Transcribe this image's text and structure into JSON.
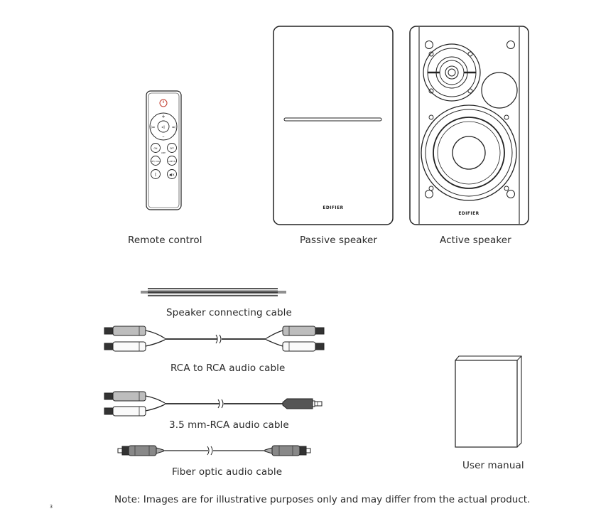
{
  "items": {
    "remote": {
      "label": "Remote control"
    },
    "passive": {
      "label": "Passive speaker",
      "brand": "EDIFIER"
    },
    "active": {
      "label": "Active speaker",
      "brand": "EDIFIER"
    },
    "speaker_cable": {
      "label": "Speaker connecting cable"
    },
    "rca_cable": {
      "label": "RCA to RCA audio cable"
    },
    "mm_cable": {
      "label": "3.5 mm-RCA audio cable"
    },
    "optic_cable": {
      "label": "Fiber optic audio cable"
    },
    "manual": {
      "label": "User manual"
    }
  },
  "remote_buttons": {
    "on": "ON",
    "off": "OFF",
    "optical": "OPT/ COAX",
    "line_in": "LINE IN",
    "line": "LINE"
  },
  "note": "Note: Images are for illustrative purposes only and may differ from the actual product.",
  "page_number": "3"
}
